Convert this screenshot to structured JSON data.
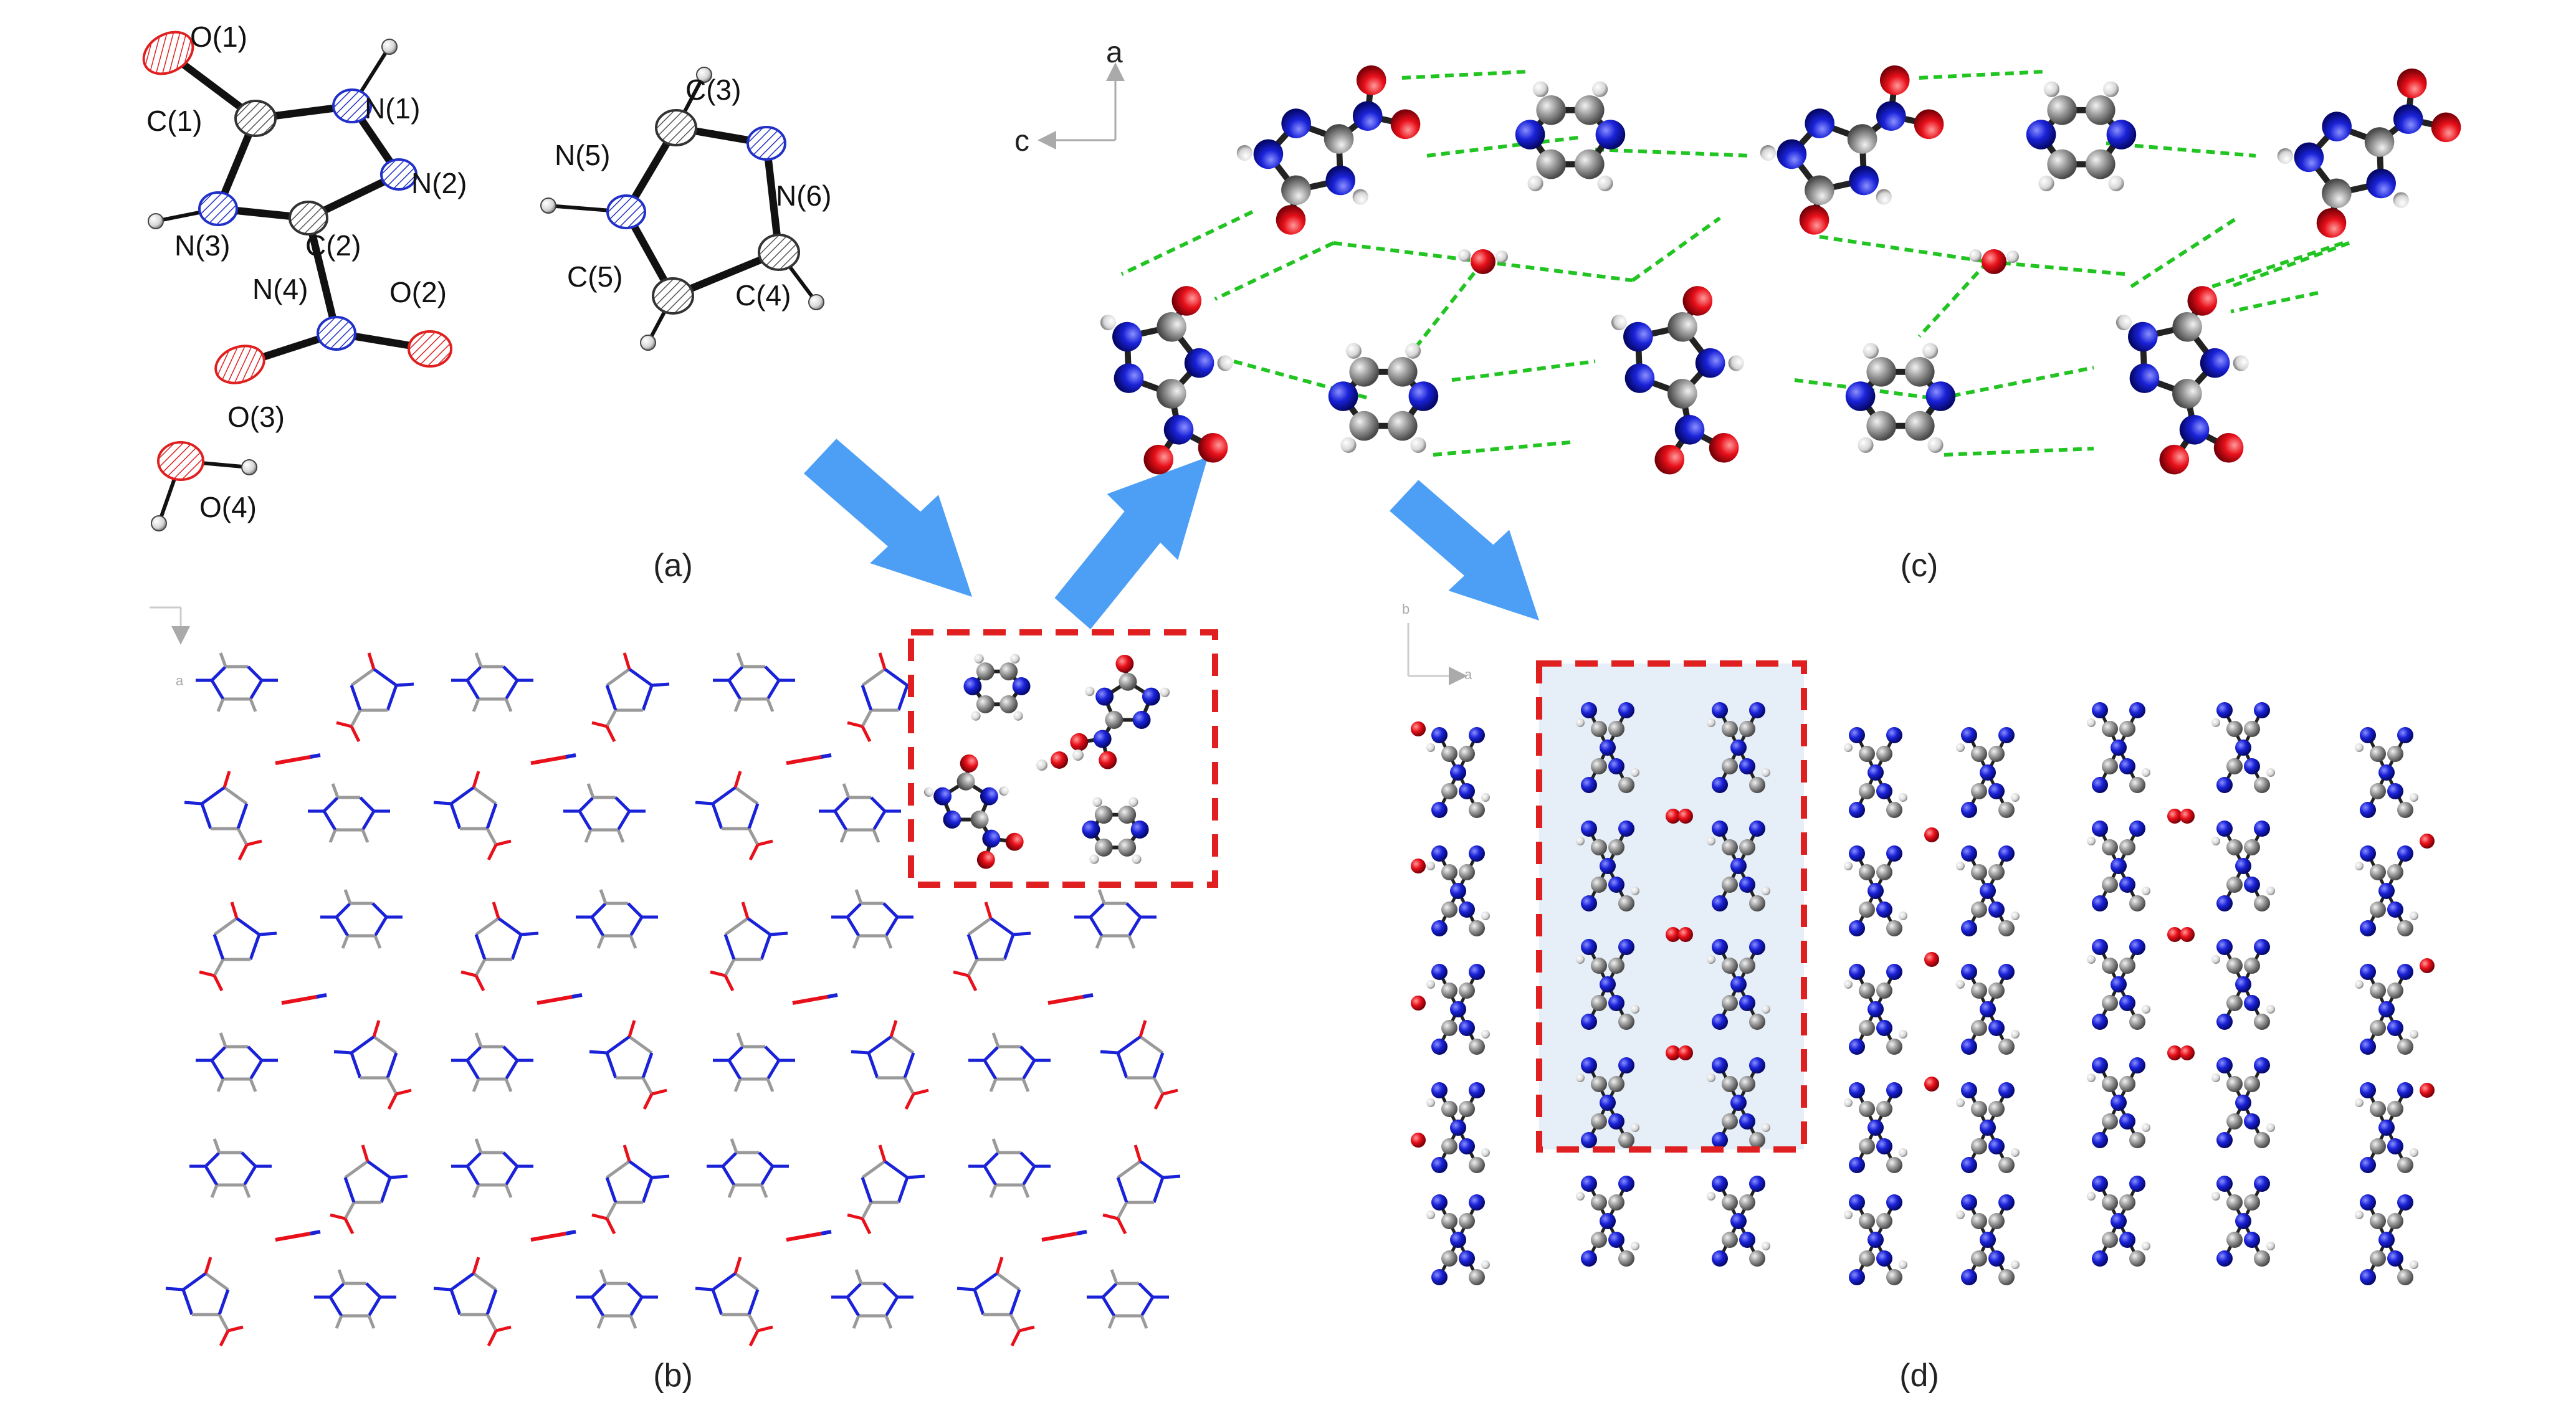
{
  "panels": {
    "a": {
      "label": "(a)"
    },
    "b": {
      "label": "(b)"
    },
    "c": {
      "label": "(c)"
    },
    "d": {
      "label": "(d)"
    }
  },
  "atom_labels": {
    "O1": "O(1)",
    "N1": "N(1)",
    "C1": "C(1)",
    "N2": "N(2)",
    "N3": "N(3)",
    "C2": "C(2)",
    "N4": "N(4)",
    "O2": "O(2)",
    "O3": "O(3)",
    "O4": "O(4)",
    "C3": "C(3)",
    "N5": "N(5)",
    "N6": "N(6)",
    "C5": "C(5)",
    "C4": "C(4)"
  },
  "axes": {
    "c_panel": {
      "vertical": "a",
      "horizontal": "c"
    },
    "b_panel": {
      "vertical": "a"
    },
    "d_panel": {
      "vertical": "b",
      "horizontal": "a"
    }
  },
  "colors": {
    "oxygen": "#e8101a",
    "nitrogen": "#1a22d8",
    "carbon": "#9a9a9a",
    "hydrogen": "#e8e8e8",
    "hbond": "#22c422",
    "highlight_box": "#e02020",
    "arrow": "#4d9ef5",
    "cell_fill": "#e6eef8"
  },
  "icons": [
    "arrow-icon"
  ]
}
